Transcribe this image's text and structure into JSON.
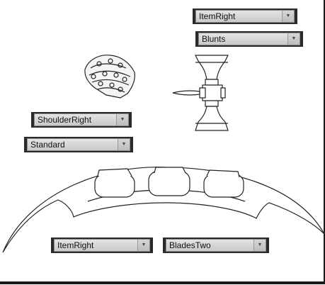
{
  "dropdowns": {
    "item_right_top": "ItemRight",
    "blunts": "Blunts",
    "shoulder_right": "ShoulderRight",
    "standard": "Standard",
    "item_right_bottom": "ItemRight",
    "blades_two": "BladesTwo"
  },
  "icons": {
    "dropdown_arrow": "chevron-down-icon",
    "armor": "shoulder-armor-icon",
    "blunt": "blunt-weapon-icon",
    "blade": "curved-blade-icon"
  }
}
